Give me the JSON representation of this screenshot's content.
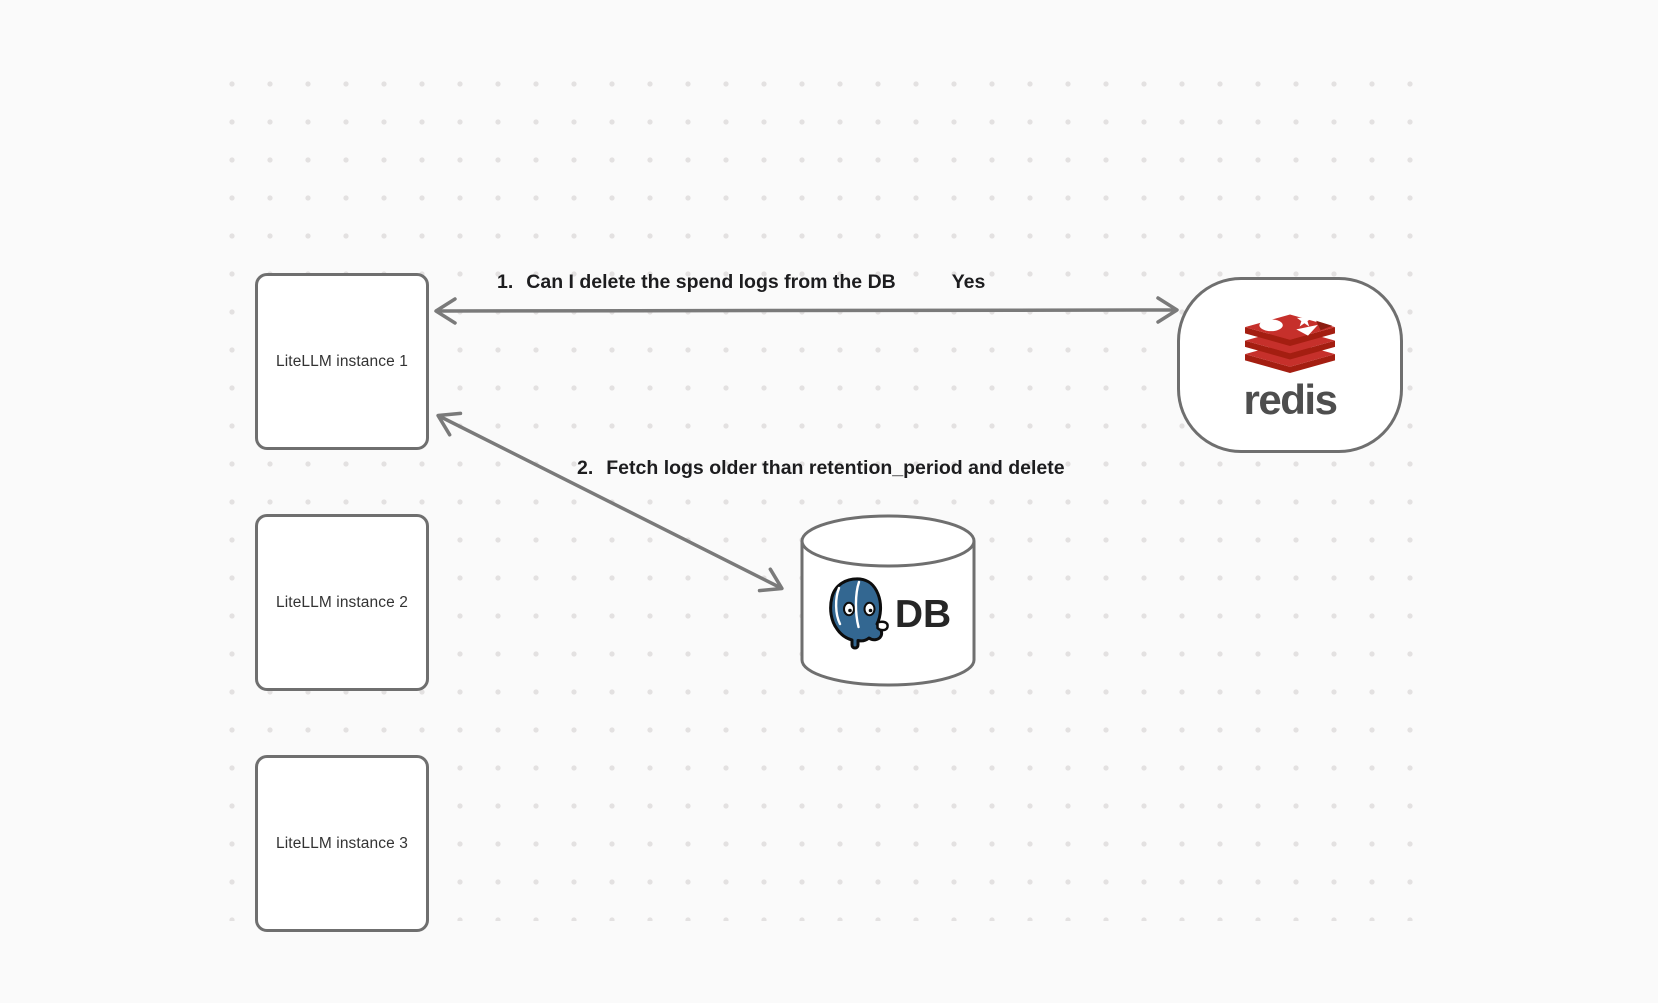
{
  "diagram": {
    "background_color": "#fafafa",
    "dot_color": "#e3e1e1",
    "node_border_color": "#6f6f6f",
    "arrow_color": "#7a7a7a",
    "redis_red": "#c6302b",
    "redis_dark_red": "#a41e11",
    "postgres_blue": "#336791"
  },
  "nodes": {
    "instance1": {
      "label": "LiteLLM instance 1"
    },
    "instance2": {
      "label": "LiteLLM instance 2"
    },
    "instance3": {
      "label": "LiteLLM instance 3"
    },
    "redis": {
      "wordmark": "redis",
      "icon": "redis-stack-icon"
    },
    "db": {
      "label": "DB",
      "icon": "postgresql-elephant-icon"
    }
  },
  "edges": {
    "edge1": {
      "number": "1.",
      "label": "Can I delete the spend logs from the DB",
      "response": "Yes",
      "from": "instance1",
      "to": "redis",
      "style": "double-headed-arrow"
    },
    "edge2": {
      "number": "2.",
      "label": "Fetch logs older than retention_period and delete",
      "from": "instance1",
      "to": "db",
      "style": "double-headed-arrow"
    }
  }
}
